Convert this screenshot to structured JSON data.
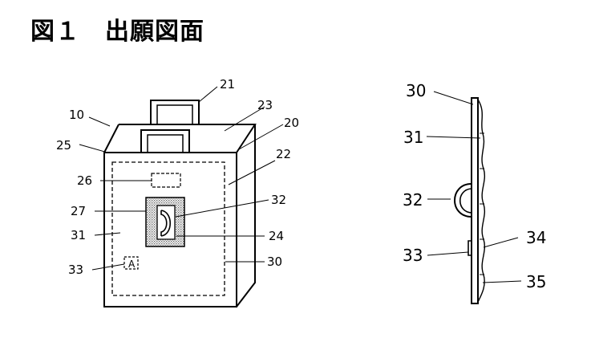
{
  "title": "図１　出願図面",
  "front_view": {
    "labels": {
      "l10": "10",
      "l21": "21",
      "l23": "23",
      "l20": "20",
      "l25": "25",
      "l22": "22",
      "l26": "26",
      "l32": "32",
      "l27": "27",
      "l31": "31",
      "l24": "24",
      "l33": "33",
      "l30": "30"
    },
    "small_label_mark": "A"
  },
  "side_view": {
    "labels": {
      "l30": "30",
      "l31": "31",
      "l32": "32",
      "l34": "34",
      "l33": "33",
      "l35": "35"
    }
  },
  "colors": {
    "line": "#000000",
    "pattern": "#999999",
    "background": "#ffffff"
  }
}
